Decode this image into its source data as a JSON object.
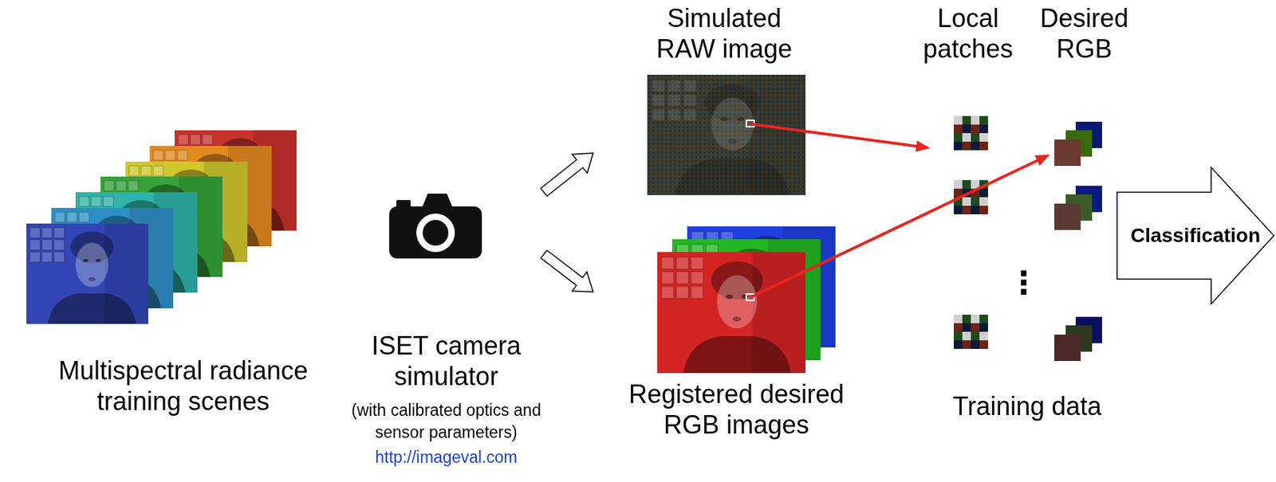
{
  "diagram": {
    "nodes": [
      {
        "text": [
          "Multispectral radiance training scenes"
        ]
      },
      {
        "text": [
          "ISET camera simulator",
          "(with calibrated optics and sensor parameters)",
          "http://imageval.com"
        ]
      },
      {
        "text": [
          "Simulated RAW image"
        ]
      },
      {
        "text": [
          "Registered desired RGB images"
        ]
      },
      {
        "text": [
          "Local patches"
        ]
      },
      {
        "text": [
          "Desired RGB"
        ]
      },
      {
        "text": [
          "Classification"
        ]
      }
    ],
    "edges": [
      {
        "from": 1,
        "to": 2,
        "arrow": "to"
      },
      {
        "from": 1,
        "to": 3,
        "arrow": "to"
      },
      {
        "from": 2,
        "to": 4,
        "arrow": "to"
      },
      {
        "from": 3,
        "to": 5,
        "arrow": "to"
      }
    ],
    "labels": [
      "Training data",
      "⋮"
    ]
  }
}
